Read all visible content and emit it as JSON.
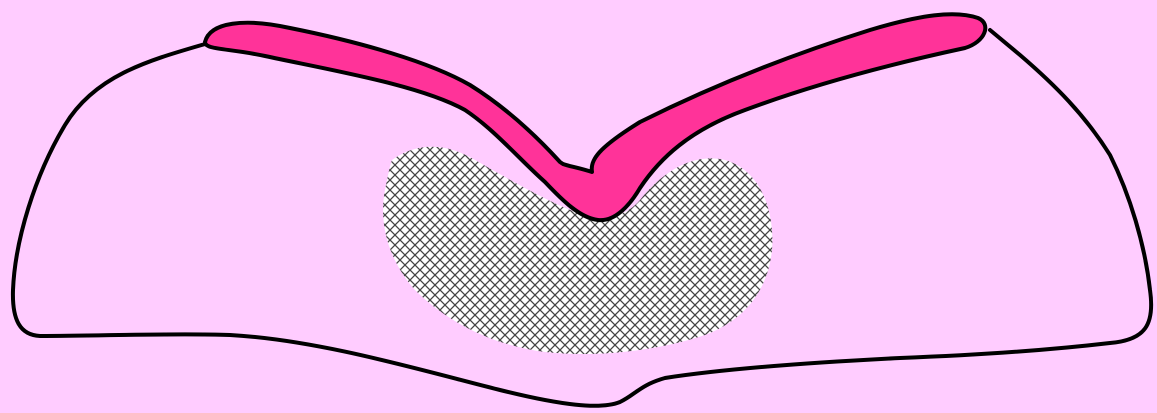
{
  "colors": {
    "background": "#FFCCFF",
    "outline": "#000000",
    "band_fill": "#FF3399",
    "hatch_fill": "#FFFFFF",
    "hatch_line": "#444444"
  },
  "regions": [
    {
      "name": "outer-body",
      "fill_pattern": "solid-background"
    },
    {
      "name": "pink-band",
      "fill_pattern": "solid"
    },
    {
      "name": "hatched-region",
      "fill_pattern": "crosshatch"
    }
  ]
}
